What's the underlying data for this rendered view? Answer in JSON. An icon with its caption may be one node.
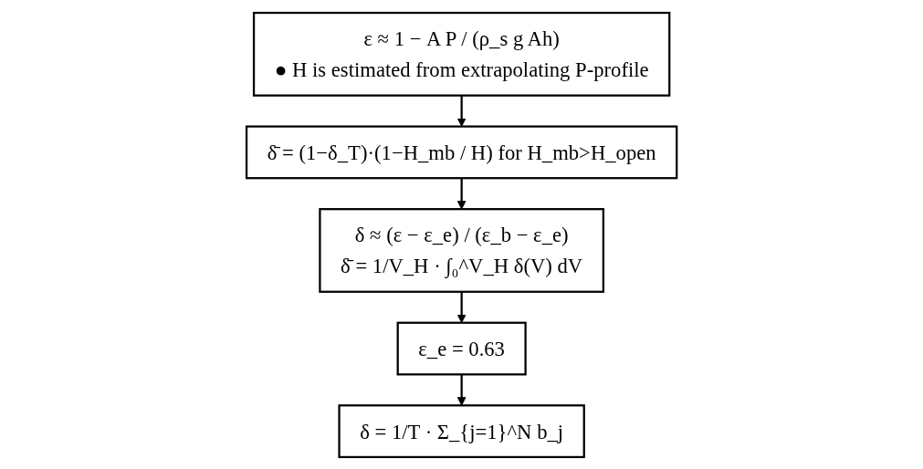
{
  "diagram": {
    "nodes": [
      {
        "text": [
          "ε ≈ 1 − A P / (ρ_s g Ah)",
          "● H is estimated from extrapolating P-profile"
        ]
      },
      {
        "text": [
          "δ̄ = (1−δ_T)·(1−H_mb / H) for H_mb>H_open"
        ]
      },
      {
        "text": [
          "δ ≈ (ε − ε_e) / (ε_b − ε_e)",
          "δ̄ = 1/V_H · ∫₀^V_H δ(V) dV"
        ]
      },
      {
        "text": [
          "ε_e = 0.63"
        ]
      },
      {
        "text": [
          "δ = 1/T · Σ_{j=1}^N b_j"
        ]
      }
    ],
    "edges": [
      {
        "from": 0,
        "to": 1,
        "arrow": "to"
      },
      {
        "from": 1,
        "to": 2,
        "arrow": "to"
      },
      {
        "from": 2,
        "to": 3,
        "arrow": "to"
      },
      {
        "from": 3,
        "to": 4,
        "arrow": "to"
      }
    ]
  }
}
